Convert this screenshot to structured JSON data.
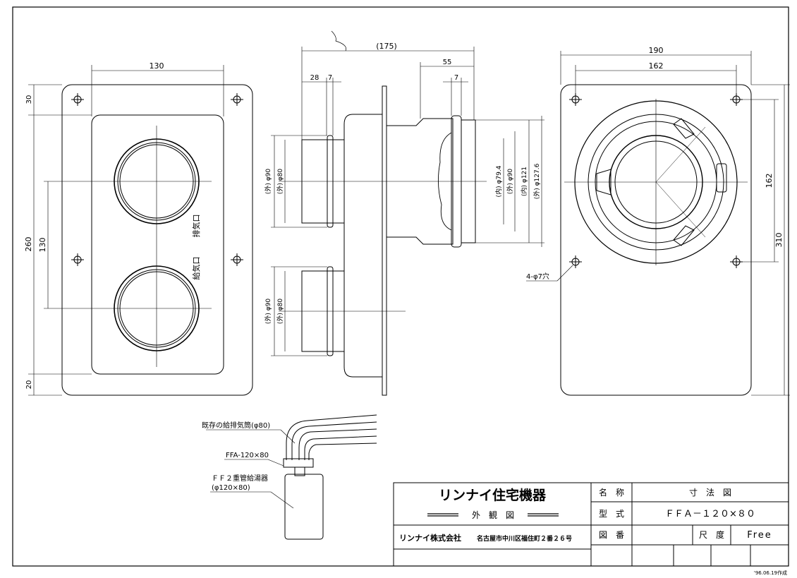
{
  "front_view": {
    "dims": {
      "outer_width": "130",
      "height_total": "260",
      "hole_spacing": "130",
      "top_margin": "30",
      "bottom_margin": "20"
    },
    "labels": {
      "exhaust": "排気口",
      "supply": "給気口"
    }
  },
  "side_view": {
    "dims": {
      "overall": "(175)",
      "a": "28",
      "b": "7",
      "c": "55",
      "d": "7"
    },
    "upper_diameters": [
      "(外) φ90",
      "(外) φ80"
    ],
    "lower_diameters": [
      "(外) φ90",
      "(外) φ80"
    ],
    "right_diameters": [
      "(内) φ79.4",
      "(外) φ90",
      "(内) φ121",
      "(外) φ127.6"
    ]
  },
  "rear_view": {
    "dims": {
      "width": "190",
      "hole_pitch": "162",
      "v_pitch": "162",
      "height": "310"
    },
    "holes_note": "4-φ7穴"
  },
  "install_sketch": {
    "existing_pipe": "既存の給排気筒(φ80)",
    "adapter": "FFA-120×80",
    "heater_line1": "ＦＦ２重管給湯器",
    "heater_line2": "(φ120×80)"
  },
  "title_block": {
    "company_brand": "リンナイ住宅機器",
    "drawing_kind": "外　観　図",
    "company_name": "リンナイ株式会社",
    "address": "名古屋市中川区福住町２番２６号",
    "name_label": "名　称",
    "name_value": "寸　法　図",
    "model_label": "型　式",
    "model_value": "ＦＦＡ－１２０×８０",
    "number_label": "図　番",
    "scale_label": "尺　度",
    "scale_value": "Free",
    "date_note": "'96.06.19作成"
  }
}
